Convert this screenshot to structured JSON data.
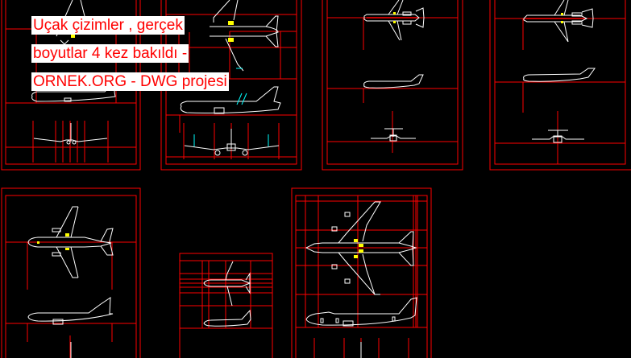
{
  "title_overlay": {
    "line1": "Uçak çizimler , gerçek",
    "line2": "boyutlar 4 kez bakıldı -",
    "line3": "ORNEK.ORG - DWG projesi",
    "text_color": "#ff0000",
    "background_color": "#ffffff"
  },
  "drawing": {
    "background_color": "#000000",
    "frame_color": "#ff0000",
    "line_color": "#ffffff",
    "highlight_color": "#ffff00",
    "accent_color": "#00ffff",
    "sheets": [
      {
        "id": "sheet-1",
        "content": "twin-jet airliner: top view, side view, front view"
      },
      {
        "id": "sheet-2",
        "content": "widebody airliner: top view, side view, front view"
      },
      {
        "id": "sheet-3",
        "content": "rear-engine jet: top view, side view, front view"
      },
      {
        "id": "sheet-4",
        "content": "rear-engine jet (stretched): top view, side view, front view"
      },
      {
        "id": "sheet-5",
        "content": "twin-jet airliner: top view, side view, front view"
      },
      {
        "id": "sheet-6",
        "content": "small jet: top view, side view"
      },
      {
        "id": "sheet-7",
        "content": "four-engine jumbo jet: top view, side view, front view"
      }
    ]
  }
}
